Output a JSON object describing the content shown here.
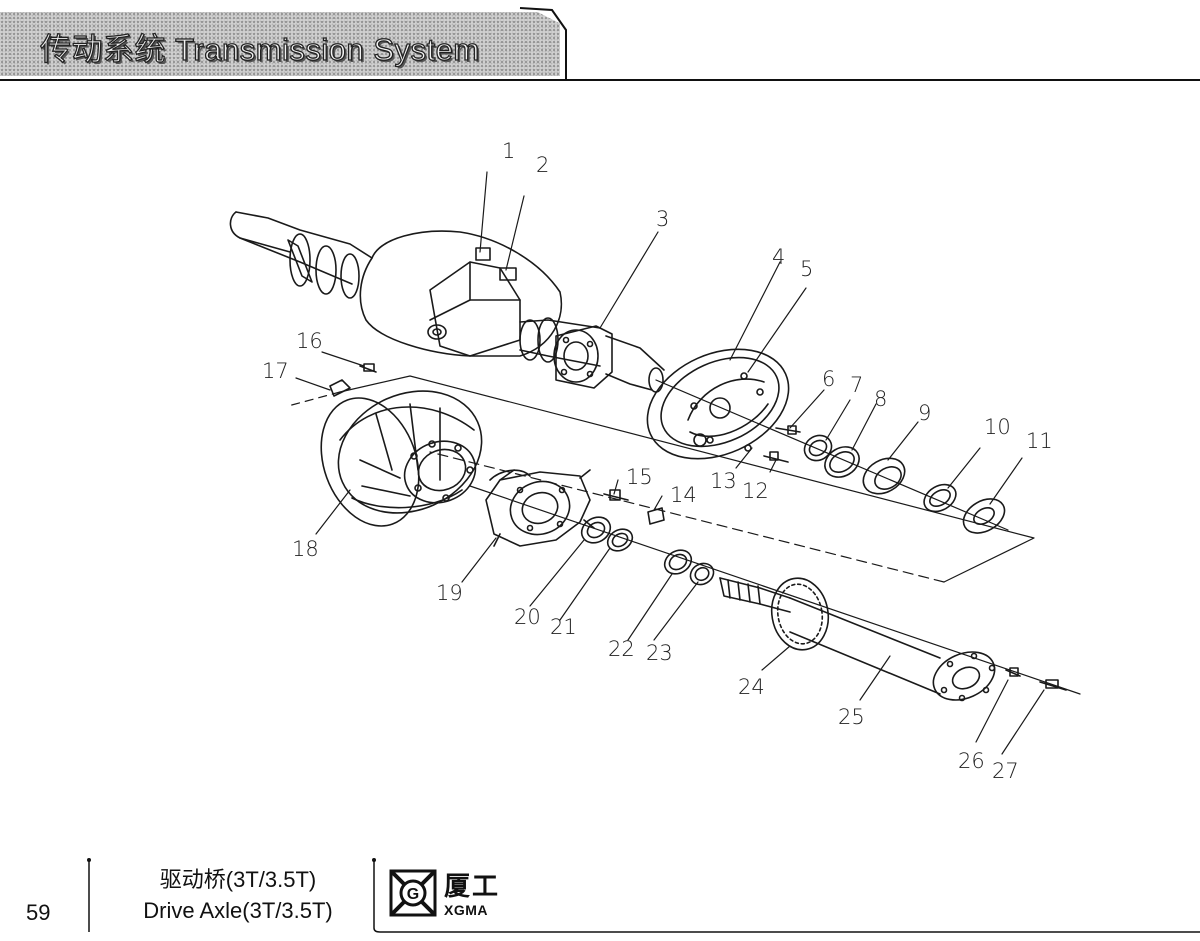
{
  "header": {
    "title": "传动系统 Transmission System"
  },
  "diagram": {
    "part_labels": [
      "1",
      "2",
      "3",
      "4",
      "5",
      "6",
      "7",
      "8",
      "9",
      "10",
      "11",
      "12",
      "13",
      "14",
      "15",
      "16",
      "17",
      "18",
      "19",
      "20",
      "21",
      "22",
      "23",
      "24",
      "25",
      "26",
      "27"
    ]
  },
  "footer": {
    "page_number": "59",
    "title_cn": "驱动桥(3T/3.5T)",
    "title_en": "Drive Axle(3T/3.5T)",
    "brand_cn": "厦工",
    "brand_en": "XGMA"
  }
}
